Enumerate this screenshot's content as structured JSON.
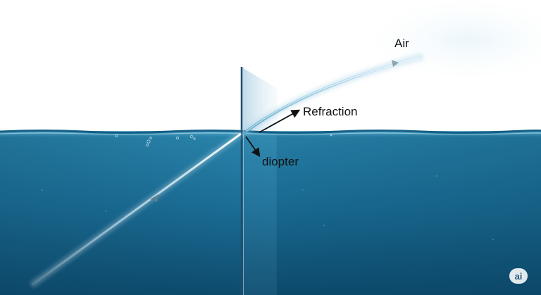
{
  "labels": {
    "air": "Air",
    "refraction": "Refraction",
    "diopter": "diopter"
  },
  "badge": {
    "text": "ai"
  },
  "icons": {
    "incident_arrowhead": "triangle-arrowhead-icon",
    "refracted_arrowhead": "triangle-arrowhead-icon",
    "badge": "ai-badge-icon"
  },
  "colors": {
    "sky": "#ffffff",
    "water_top": "#2a86ad",
    "water_bottom": "#0e4f72",
    "surface_line": "#135d84",
    "light_beam": "#ffffff",
    "pointer": "#111111",
    "normal_line": "#1f4f6e"
  }
}
